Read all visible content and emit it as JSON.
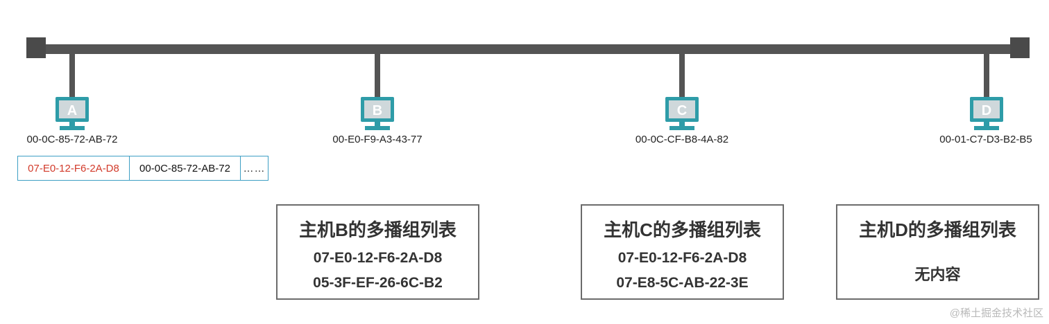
{
  "hosts": [
    {
      "id": "A",
      "mac": "00-0C-85-72-AB-72"
    },
    {
      "id": "B",
      "mac": "00-E0-F9-A3-43-77"
    },
    {
      "id": "C",
      "mac": "00-0C-CF-B8-4A-82"
    },
    {
      "id": "D",
      "mac": "00-01-C7-D3-B2-B5"
    }
  ],
  "frame": {
    "dest_mac": "07-E0-12-F6-2A-D8",
    "src_mac": "00-0C-85-72-AB-72",
    "more": "……",
    "dest_color": "#d23a2a",
    "border_color": "#3d9fc4"
  },
  "groups": {
    "b": {
      "title": "主机B的多播组列表",
      "entries": [
        "07-E0-12-F6-2A-D8",
        "05-3F-EF-26-6C-B2"
      ]
    },
    "c": {
      "title": "主机C的多播组列表",
      "entries": [
        "07-E0-12-F6-2A-D8",
        "07-E8-5C-AB-22-3E"
      ]
    },
    "d": {
      "title": "主机D的多播组列表",
      "empty_text": "无内容"
    }
  },
  "colors": {
    "bus": "#545454",
    "monitor": "#2e9ca8",
    "screen": "#cfd8db"
  },
  "watermark": "@稀土掘金技术社区"
}
